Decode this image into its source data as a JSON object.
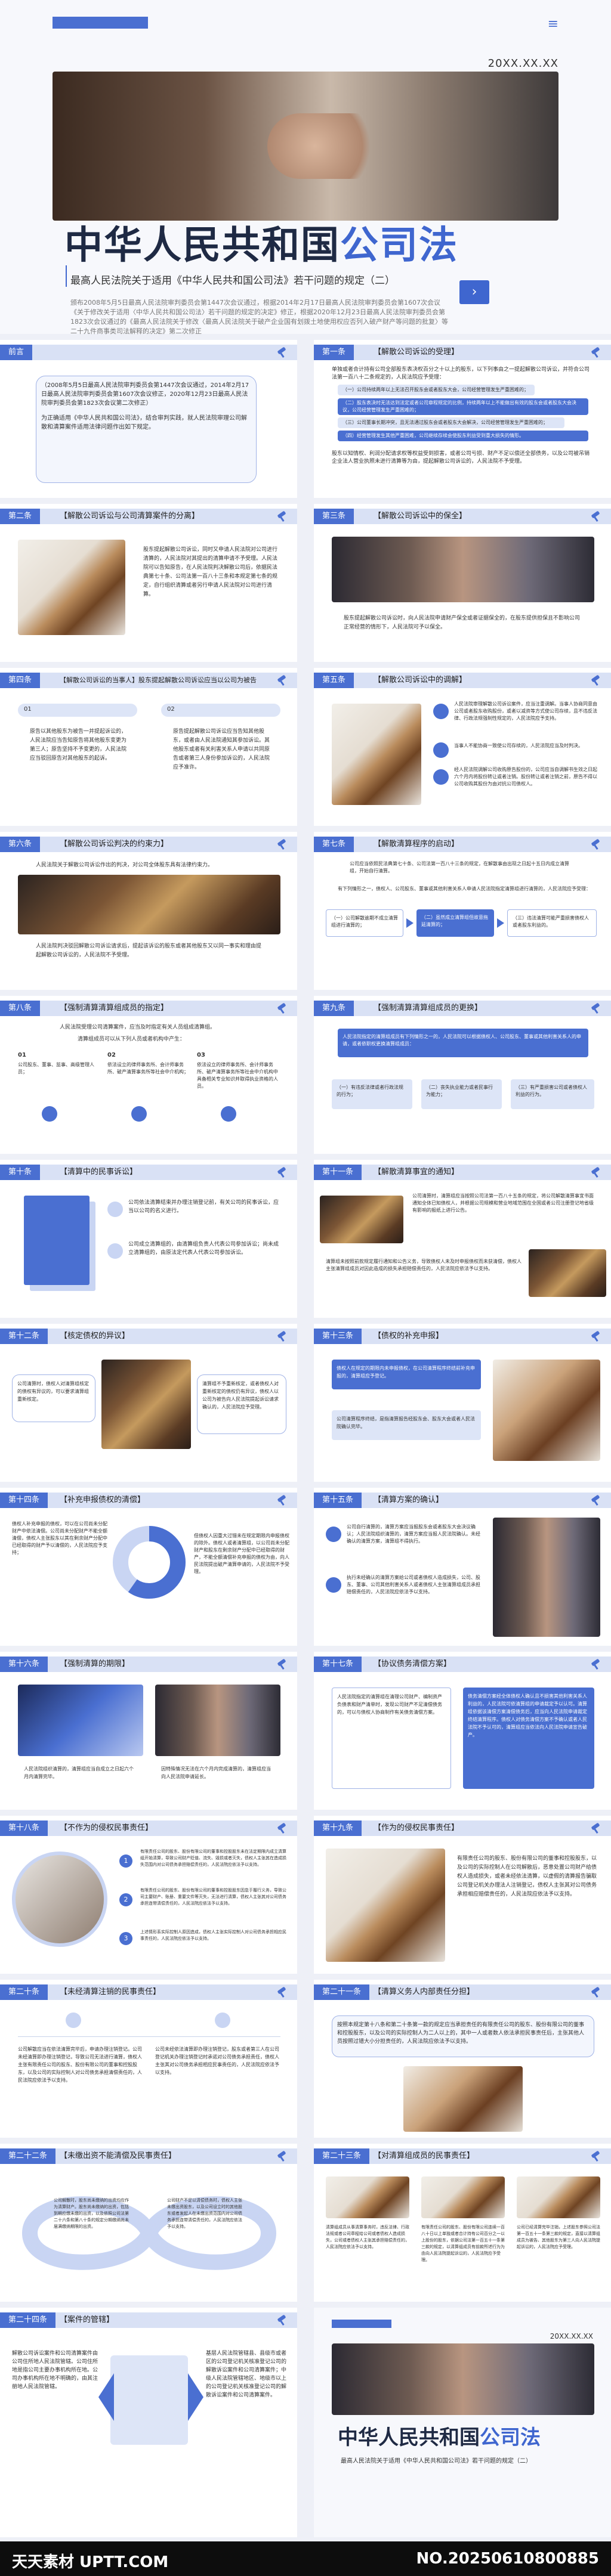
{
  "hero": {
    "date": "20XX.XX.XX",
    "menu_icon": "≡",
    "title_main": "中华人民共和国",
    "title_accent": "公司法",
    "subtitle": "最高人民法院关于适用《中华人民共和国公司法》若干问题的规定（二）",
    "desc": "颁布2008年5月5日最高人民法院审判委员会第1447次会议通过，根据2014年2月17日最高人民法院审判委员会第1607次会议《关于修改关于适用〈中华人民共和国公司法〉若干问题的规定的决定》修正，根据2020年12月23日最高人民法院审判委员会第1823次会议通过的《最高人民法院关于修改〈最高人民法院关于破产企业国有划拨土地使用权应否列入破产财产等问题的批复〉等二十九件商事类司法解释的决定》第二次修正",
    "next_icon": "›"
  },
  "slides": {
    "s0": {
      "num": "前言",
      "title": "",
      "p1": "（2008年5月5日最高人民法院审判委员会第1447次会议通过，2014年2月17日最高人民法院审判委员会第1607次会议修正，2020年12月23日最高人民法院审判委员会第1823次会议第二次修正）",
      "p2": "为正确适用《中华人民共和国公司法》，结合审判实践，就人民法院审理公司解散和清算案件适用法律问题作出如下规定。"
    },
    "s1": {
      "num": "第一条",
      "title": "【解散公司诉讼的受理】",
      "p1": "单独或者合计持有公司全部股东表决权百分之十以上的股东，以下列事由之一提起解散公司诉讼，并符合公司法第一百八十二条规定的，人民法院应予受理：",
      "items": [
        "（一）公司持续两年以上无法召开股东会或者股东大会，公司经营管理发生严重困难的；",
        "（二）股东表决时无法达到法定或者公司章程规定的比例，持续两年以上不能做出有效的股东会或者股东大会决议，公司经营管理发生严重困难的；",
        "（三）公司董事长期冲突，且无法通过股东会或者股东大会解决，公司经营管理发生严重困难的；",
        "（四）经营管理发生其他严重困难，公司继续存续会使股东利益受到重大损失的情形。"
      ],
      "p2": "股东以知情权、利润分配请求权等权益受到损害，或者公司亏损、财产不足以偿还全部债务，以及公司被吊销企业法人营业执照未进行清算等为由，提起解散公司诉讼的，人民法院不予受理。"
    },
    "s2": {
      "num": "第二条",
      "title": "【解散公司诉讼与公司清算案件的分离】",
      "p1": "股东提起解散公司诉讼，同时又申请人民法院对公司进行清算的，人民法院对其提出的清算申请不予受理。人民法院可以告知原告，在人民法院判决解散公司后，依据民法典第七十条、公司法第一百八十三条和本规定第七条的规定，自行组织清算或者另行申请人民法院对公司进行清算。"
    },
    "s3": {
      "num": "第三条",
      "title": "【解散公司诉讼中的保全】",
      "p1": "股东提起解散公司诉讼时，向人民法院申请财产保全或者证据保全的，在股东提供担保且不影响公司正常经营的情形下，人民法院可予以保全。"
    },
    "s4": {
      "num": "第四条",
      "title": "【解散公司诉讼的当事人】股东提起解散公司诉讼应当以公司为被告",
      "b1": "01",
      "b2": "02",
      "p1": "原告以其他股东为被告一并提起诉讼的，人民法院应当告知原告将其他股东变更为第三人；原告坚持不予变更的，人民法院应当驳回原告对其他股东的起诉。",
      "p2": "原告提起解散公司诉讼应当告知其他股东，或者由人民法院通知其参加诉讼。其他股东或者有关利害关系人申请以共同原告或者第三人身份参加诉讼的，人民法院应予准许。"
    },
    "s5": {
      "num": "第五条",
      "title": "【解散公司诉讼中的调解】",
      "p1": "人民法院审理解散公司诉讼案件，应当注重调解。当事人协商同意由公司或者股东收购股份，或者以减资等方式使公司存续，且不违反法律、行政法规强制性规定的，人民法院应予支持。",
      "p2": "当事人不能协商一致使公司存续的，人民法院应当及时判决。",
      "p3": "经人民法院调解公司收购原告股份的，公司应当自调解书生效之日起六个月内将股份转让或者注销。股份转让或者注销之前，原告不得以公司收购其股份为由对抗公司债权人。"
    },
    "s6": {
      "num": "第六条",
      "title": "【解散公司诉讼判决的约束力】",
      "p1": "人民法院关于解散公司诉讼作出的判决，对公司全体股东具有法律约束力。",
      "p2": "人民法院判决驳回解散公司诉讼请求后，提起该诉讼的股东或者其他股东又以同一事实和理由提起解散公司诉讼的，人民法院不予受理。"
    },
    "s7": {
      "num": "第七条",
      "title": "【解散清算程序的启动】",
      "p1": "公司应当依照民法典第七十条、公司法第一百八十三条的规定，在解散事由出现之日起十五日内成立清算组，开始自行清算。",
      "p2": "有下列情形之一，债权人、公司股东、董事或其他利害关系人申请人民法院指定清算组进行清算的，人民法院应予受理：",
      "items": [
        "（一）公司解散逾期不成立清算组进行清算的；",
        "（二）虽然成立清算组但故意拖延清算的；",
        "（三）违法清算可能严重损害债权人或者股东利益的。"
      ]
    },
    "s8": {
      "num": "第八条",
      "title": "【强制清算清算组成员的指定】",
      "p1": "人民法院受理公司清算案件，应当及时指定有关人员组成清算组。",
      "p2": "清算组成员可以从下列人员或者机构中产生：",
      "c1": "01",
      "c2": "02",
      "c3": "03",
      "i1": "公司股东、董事、监事、高级管理人员；",
      "i2": "依法设立的律师事务所、会计师事务所、破产清算事务所等社会中介机构；",
      "i3": "依法设立的律师事务所、会计师事务所、破产清算事务所等社会中介机构中具备相关专业知识并取得执业资格的人员。"
    },
    "s9": {
      "num": "第九条",
      "title": "【强制清算清算组成员的更换】",
      "p1": "人民法院指定的清算组成员有下列情形之一的，人民法院可以根据债权人、公司股东、董事或其他利害关系人的申请，或者依职权更换清算组成员：",
      "items": [
        "（一）有违反法律或者行政法规的行为；",
        "（二）丧失执业能力或者民事行为能力；",
        "（三）有严重损害公司或者债权人利益的行为。"
      ]
    },
    "s10": {
      "num": "第十条",
      "title": "【清算中的民事诉讼】",
      "p1": "公司依法清算结束并办理注销登记前，有关公司的民事诉讼，应当以公司的名义进行。",
      "p2": "公司成立清算组的，由清算组负责人代表公司参加诉讼；尚未成立清算组的，由原法定代表人代表公司参加诉讼。"
    },
    "s11": {
      "num": "第十一条",
      "title": "【解散清算事宜的通知】",
      "p1": "公司清算时，清算组应当按照公司法第一百八十五条的规定，将公司解散清算事宜书面通知全体已知债权人，并根据公司规模和营业地域范围在全国或者公司注册登记地省级有影响的报纸上进行公告。",
      "p2": "清算组未按照前款规定履行通知和公告义务，导致债权人未及时申报债权而未获清偿，债权人主张清算组成员对因此造成的损失承担赔偿责任的，人民法院应依法予以支持。"
    },
    "s12": {
      "num": "第十二条",
      "title": "【核定债权的异议】",
      "p1": "公司清算时，债权人对清算组核定的债权有异议的，可以要求清算组重新核定。",
      "p2": "清算组不予重新核定，或者债权人对重新核定的债权仍有异议，债权人以公司为被告向人民法院提起诉讼请求确认的，人民法院应予受理。"
    },
    "s13": {
      "num": "第十三条",
      "title": "【债权的补充申报】",
      "p1": "债权人在规定的期限内未申报债权，在公司清算程序终结前补充申报的，清算组应予登记。",
      "p2": "公司清算程序终结，是指清算报告经股东会、股东大会或者人民法院确认完毕。"
    },
    "s14": {
      "num": "第十四条",
      "title": "【补充申报债权的清偿】",
      "p1": "债权人补充申报的债权，可以在公司尚未分配财产中依法清偿。公司尚未分配财产不能全额清偿，债权人主张股东以其在剩余财产分配中已经取得的财产予以清偿的，人民法院应予支持；",
      "p2": "但债权人因重大过错未在规定期限内申报债权的除外。债权人或者清算组，以公司尚未分配财产和股东在剩余财产分配中已经取得的财产，不能全额清偿补充申报的债权为由，向人民法院提出破产清算申请的，人民法院不予受理。"
    },
    "s15": {
      "num": "第十五条",
      "title": "【清算方案的确认】",
      "p1": "公司自行清算的，清算方案应当报股东会或者股东大会决议确认；人民法院组织清算的，清算方案应当报人民法院确认。未经确认的清算方案，清算组不得执行。",
      "p2": "执行未经确认的清算方案给公司或者债权人造成损失，公司、股东、董事、公司其他利害关系人或者债权人主张清算组成员承担赔偿责任的，人民法院应依法予以支持。"
    },
    "s16": {
      "num": "第十六条",
      "title": "【强制清算的期限】",
      "p1": "人民法院组织清算的，清算组应当自成立之日起六个月内清算完毕。",
      "p2": "因特殊情况无法在六个月内完成清算的，清算组应当向人民法院申请延长。"
    },
    "s17": {
      "num": "第十七条",
      "title": "【协议债务清偿方案】",
      "p1": "人民法院指定的清算组在清理公司财产、编制资产负债表和财产清单时，发现公司财产不足清偿债务的，可以与债权人协商制作有关债务清偿方案。",
      "p2": "债务清偿方案经全体债权人确认且不损害其他利害关系人利益的，人民法院可依清算组的申请裁定予以认可。清算组依据该清偿方案清偿债务后，应当向人民法院申请裁定终结清算程序。债权人对债务清偿方案不予确认或者人民法院不予认可的，清算组应当依法向人民法院申请宣告破产。"
    },
    "s18": {
      "num": "第十八条",
      "title": "【不作为的侵权民事责任】",
      "c1": "1",
      "c2": "2",
      "c3": "3",
      "i1": "有限责任公司的股东、股份有限公司的董事和控股股东未在法定期限内成立清算组开始清算，导致公司财产贬值、流失、毁损或者灭失，债权人主张其在造成损失范围内对公司债务承担赔偿责任的，人民法院应依法予以支持。",
      "i2": "有限责任公司的股东、股份有限公司的董事和控股股东因怠于履行义务，导致公司主要财产、账册、重要文件等灭失，无法进行清算，债权人主张其对公司债务承担连带清偿责任的，人民法院应依法予以支持。",
      "i3": "上述情形系实际控制人原因造成，债权人主张实际控制人对公司债务承担相应民事责任的，人民法院应依法予以支持。"
    },
    "s19": {
      "num": "第十九条",
      "title": "【作为的侵权民事责任】",
      "p1": "有限责任公司的股东、股份有限公司的董事和控股股东，以及公司的实际控制人在公司解散后，恶意处置公司财产给债权人造成损失，或者未经依法清算，以虚假的清算报告骗取公司登记机关办理法人注销登记，债权人主张其对公司债务承担相应赔偿责任的，人民法院应依法予以支持。"
    },
    "s20": {
      "num": "第二十条",
      "title": "【未经清算注销的民事责任】",
      "p1": "公司解散应当在依法清算完毕后，申请办理注销登记。公司未经清算即办理注销登记，导致公司无法进行清算，债权人主张有限责任公司的股东、股份有限公司的董事和控股股东，以及公司的实际控制人对公司债务承担清偿责任的，人民法院应依法予以支持。",
      "p2": "公司未经依法清算即办理注销登记，股东或者第三人在公司登记机关办理注销登记时承诺对公司债务承担责任，债权人主张其对公司债务承担相应民事责任的，人民法院应依法予以支持。"
    },
    "s21": {
      "num": "第二十一条",
      "title": "【清算义务人内部责任分担】",
      "p1": "按照本规定第十八条和第二十条第一款的规定应当承担责任的有限责任公司的股东、股份有限公司的董事和控股股东，以及公司的实际控制人为二人以上的，其中一人或者数人依法承担民事责任后，主张其他人员按照过错大小分担责任的，人民法院应依法予以支持。"
    },
    "s22": {
      "num": "第二十二条",
      "title": "【未缴出资不能清偿及民事责任】",
      "p1": "公司解散时，股东尚未缴纳的出资均应作为清算财产。股东尚未缴纳的出资，包括到期应缴未缴的出资，以及依照公司法第二十六条和第八十条的规定分期缴纳尚未届满缴纳期限的出资。",
      "p2": "公司财产不足以清偿债务时，债权人主张未缴出资股东，以及公司设立时的其他股东或者发起人在未缴出资范围内对公司债务承担连带清偿责任的，人民法院应依法予以支持。"
    },
    "s23": {
      "num": "第二十三条",
      "title": "【对清算组成员的民事责任】",
      "p1": "清算组成员从事清算事务时，违反法律、行政法规或者公司章程给公司或者债权人造成损失，公司或者债权人主张其承担赔偿责任的，人民法院应依法予以支持。",
      "p2": "有限责任公司的股东、股份有限公司连续一百八十日以上单独或者合计持有公司百分之一以上股份的股东，依据公司法第一百五十一条第三款的规定，以清算组成员有前款所述行为为由向人民法院提起诉讼的，人民法院应予受理。",
      "p3": "公司已经清算完毕注销，上述股东参照公司法第一百五十一条第三款的规定，直接以清算组成员为被告、其他股东为第三人向人民法院提起诉讼的，人民法院应予受理。"
    },
    "s24": {
      "num": "第二十四条",
      "title": "【案件的管辖】",
      "p1": "解散公司诉讼案件和公司清算案件由公司住所地人民法院管辖。公司住所地是指公司主要办事机构所在地。公司办事机构所在地不明确的，由其注册地人民法院管辖。",
      "p2": "基层人民法院管辖县、县级市或者区的公司登记机关核准登记公司的解散诉讼案件和公司清算案件；中级人民法院管辖地区、地级市以上的公司登记机关核准登记公司的解散诉讼案件和公司清算案件。"
    },
    "end": {
      "date": "20XX.XX.XX",
      "title_main": "中华人民共和国",
      "title_accent": "公司法",
      "subtitle": "最高人民法院关于适用《中华人民共和国公司法》若干问题的规定（二）"
    }
  },
  "footer": {
    "left": "天天素材 UPTT.COM",
    "right": "NO.20250610800885"
  }
}
